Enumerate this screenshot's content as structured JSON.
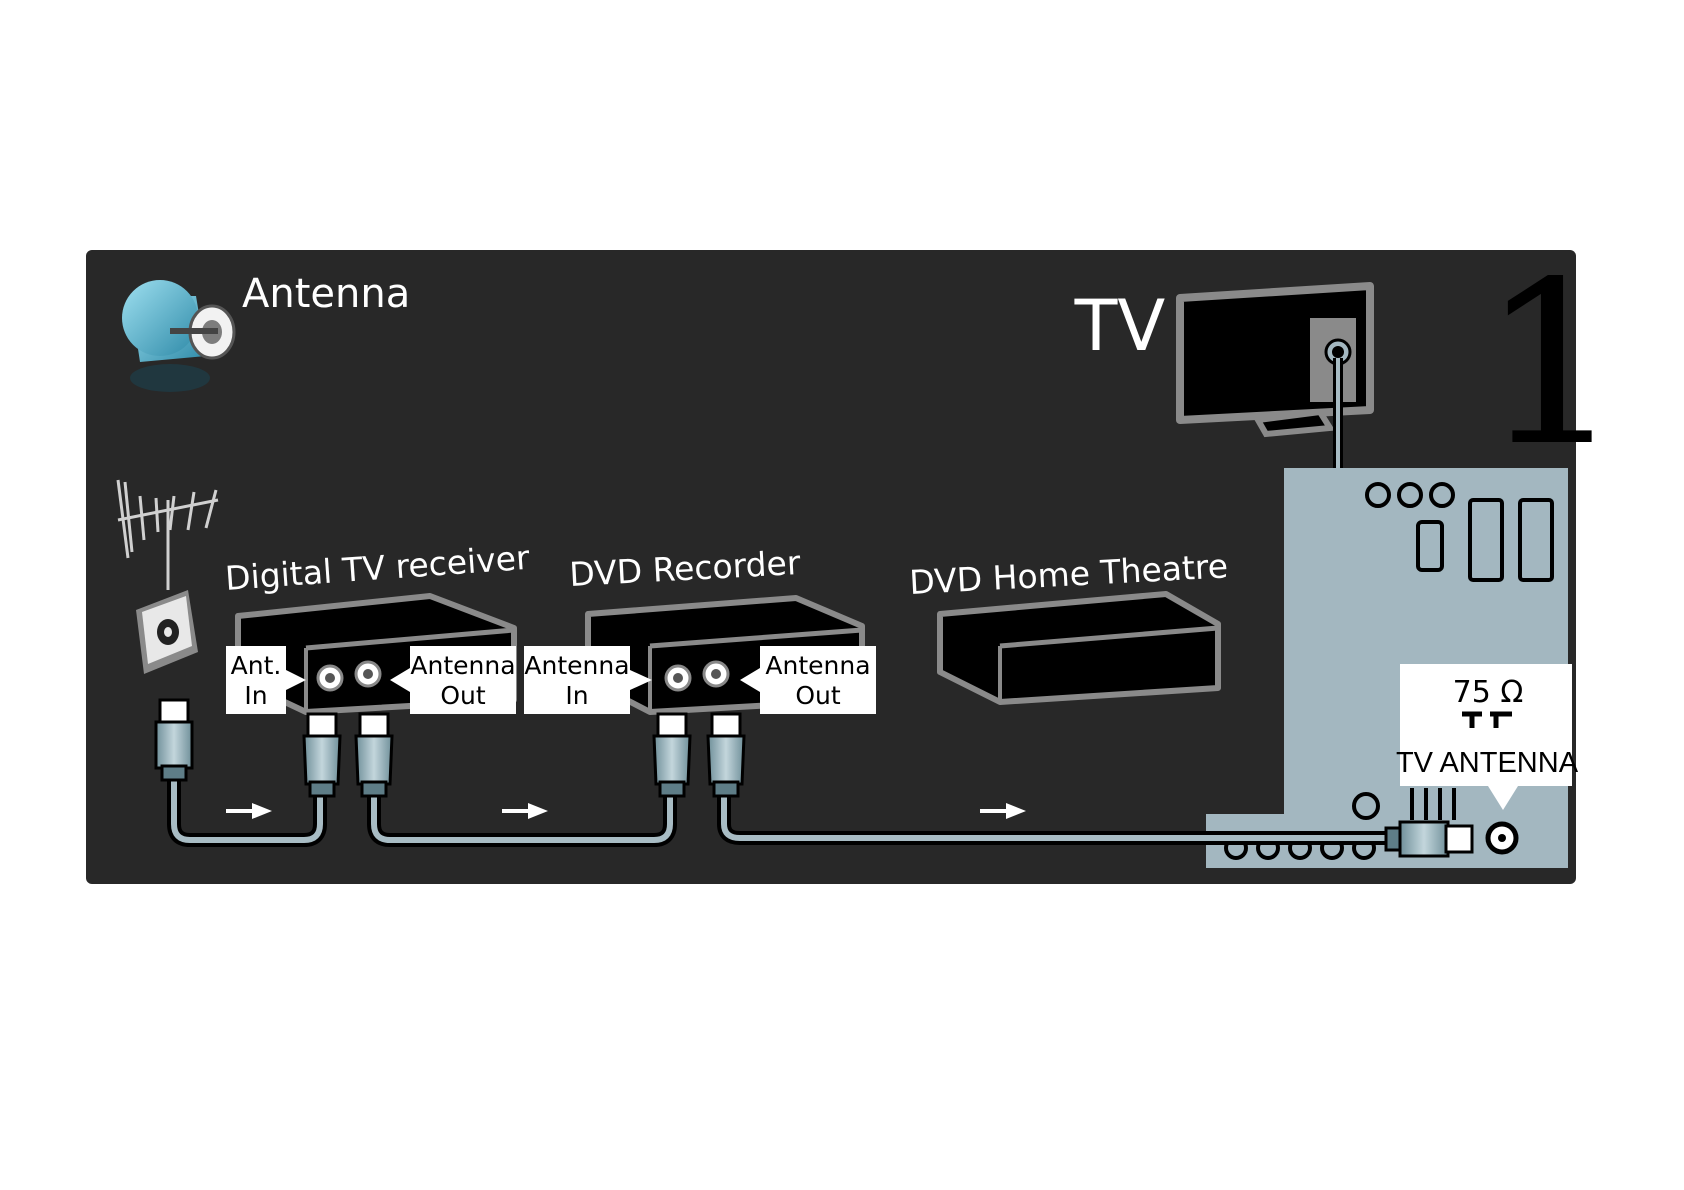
{
  "header": {
    "title": "Antenna",
    "page_number": "1"
  },
  "tv": {
    "label": "TV"
  },
  "devices": {
    "receiver": {
      "name": "Digital TV receiver"
    },
    "recorder": {
      "name": "DVD Recorder"
    },
    "home_theatre": {
      "name": "DVD  Home Theatre"
    }
  },
  "ports": {
    "receiver_in": {
      "line1": "Ant.",
      "line2": "In"
    },
    "receiver_out": {
      "line1": "Antenna",
      "line2": "Out"
    },
    "recorder_in": {
      "line1": "Antenna",
      "line2": "In"
    },
    "recorder_out": {
      "line1": "Antenna",
      "line2": "Out"
    }
  },
  "tv_antenna": {
    "impedance": "75 Ω",
    "label": "TV ANTENNA"
  },
  "colors": {
    "panel": "#282828",
    "tv_back": "#a3b7c0",
    "cable": "#a8bcc4",
    "label_bg": "#ffffff",
    "text": "#ffffff",
    "device": "#000000",
    "device_outline": "#8a8a8a"
  }
}
